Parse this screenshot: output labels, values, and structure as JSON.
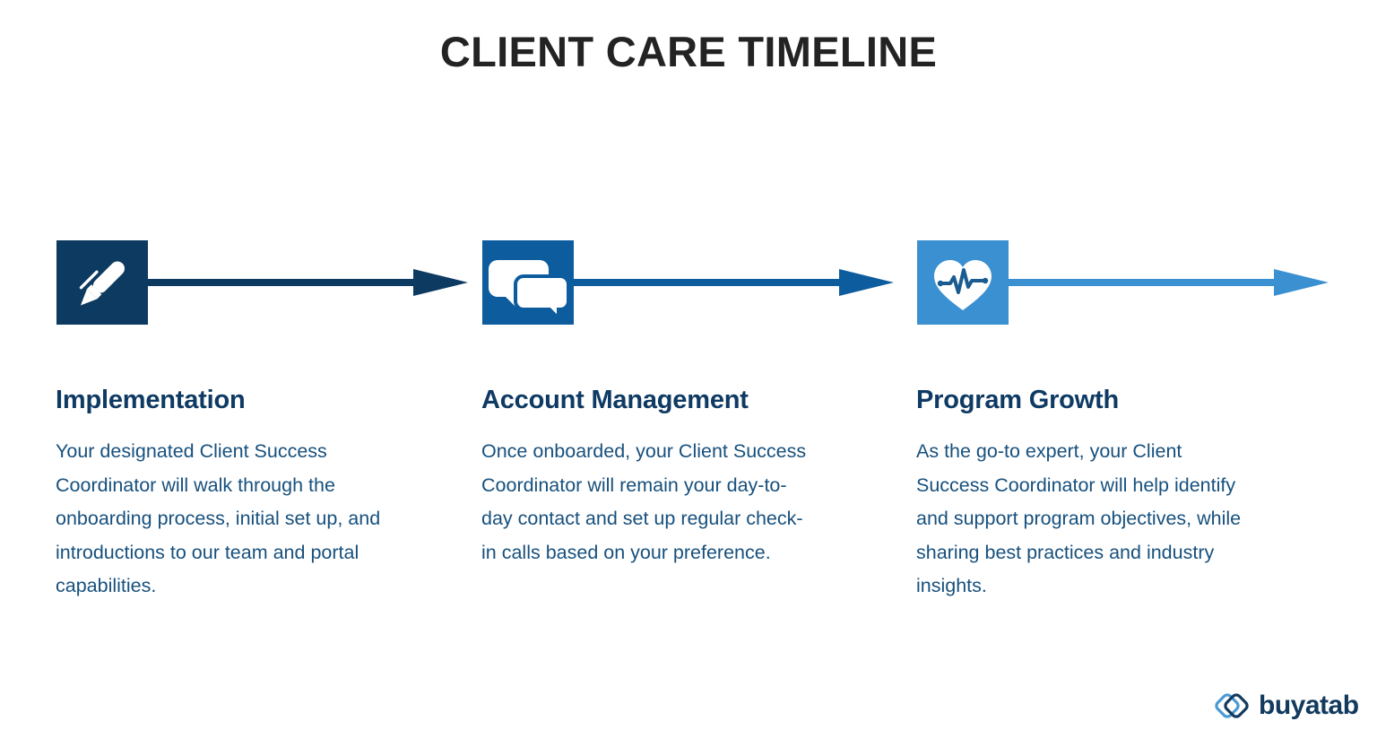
{
  "page": {
    "title": "CLIENT CARE TIMELINE",
    "background": "#ffffff",
    "title_color": "#232323"
  },
  "palette": {
    "step1": "#0d3a60",
    "step2": "#0c5c9e",
    "step3": "#3b90d1",
    "heading": "#0e3a63",
    "body": "#17507d",
    "icon_glyph": "#ffffff",
    "logo_dark": "#123a5e",
    "logo_light": "#4a9ad4"
  },
  "timeline": {
    "steps": [
      {
        "icon": "pen-icon",
        "color": "#0d3a60",
        "heading": "Implementation",
        "body": "Your designated Client Success Coordinator will walk through the onboarding process, initial set up, and introductions to our team and portal capabilities."
      },
      {
        "icon": "chat-bubbles-icon",
        "color": "#0c5c9e",
        "heading": "Account Management",
        "body": "Once onboarded, your Client Success Coordinator will remain your day-to-day contact and set up regular check-in calls based on your preference."
      },
      {
        "icon": "heart-pulse-icon",
        "color": "#3b90d1",
        "heading": "Program Growth",
        "body": "As the go-to expert, your Client Success Coordinator will help identify and support program objectives, while sharing best practices and industry insights."
      }
    ]
  },
  "logo": {
    "wordmark": "buyatab",
    "mark": "buyatab-diamond-logo-icon"
  }
}
